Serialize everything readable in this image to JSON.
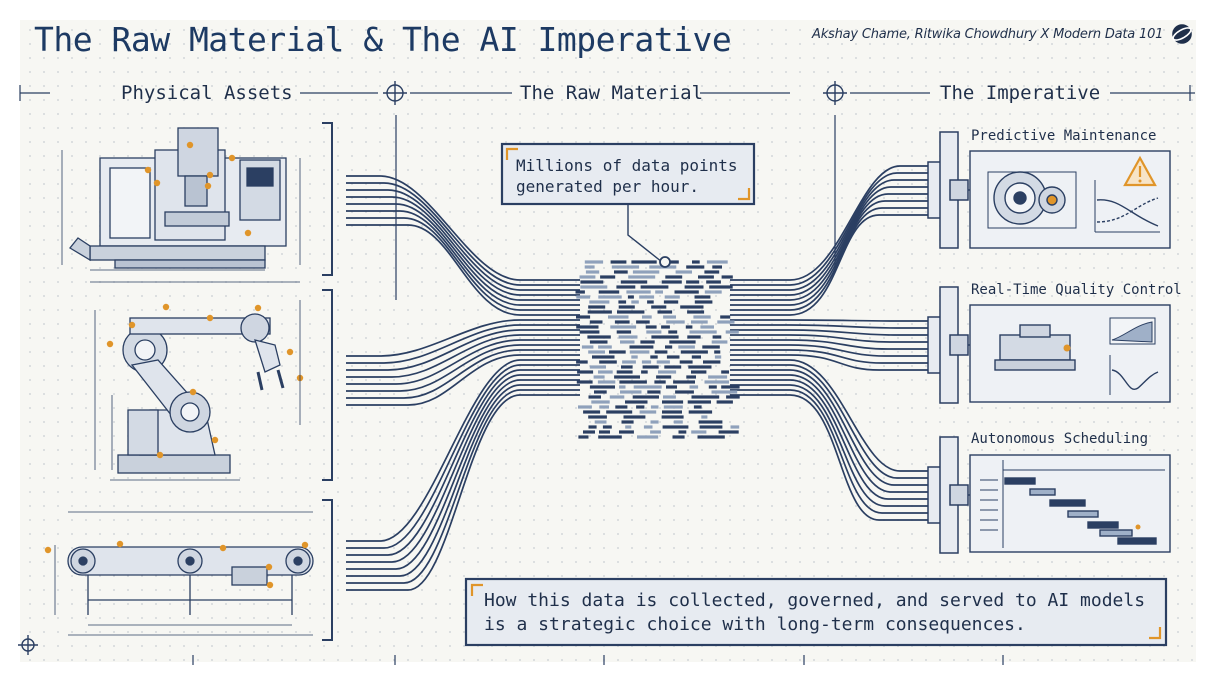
{
  "title": "The Raw Material & The AI Imperative",
  "credit": "Akshay Chame, Ritwika Chowdhury X Modern Data 101",
  "columns": {
    "left": "Physical Assets",
    "middle": "The Raw Material",
    "right": "The Imperative"
  },
  "callout_top": "Millions of data points generated per hour.",
  "callout_bottom": "How this data is collected, governed, and served to AI models is a strategic choice with long-term consequences.",
  "imperatives": [
    {
      "label": "Predictive Maintenance"
    },
    {
      "label": "Real-Time Quality Control"
    },
    {
      "label": "Autonomous Scheduling"
    }
  ],
  "colors": {
    "background": "#f7f7f3",
    "navy": "#2b3f62",
    "title": "#1d3a63",
    "accent_orange": "#e0952a",
    "panel_fill": "#e7ebf1"
  },
  "icons": [
    "crosshair-icon",
    "warning-icon",
    "orbit-logo-icon"
  ]
}
